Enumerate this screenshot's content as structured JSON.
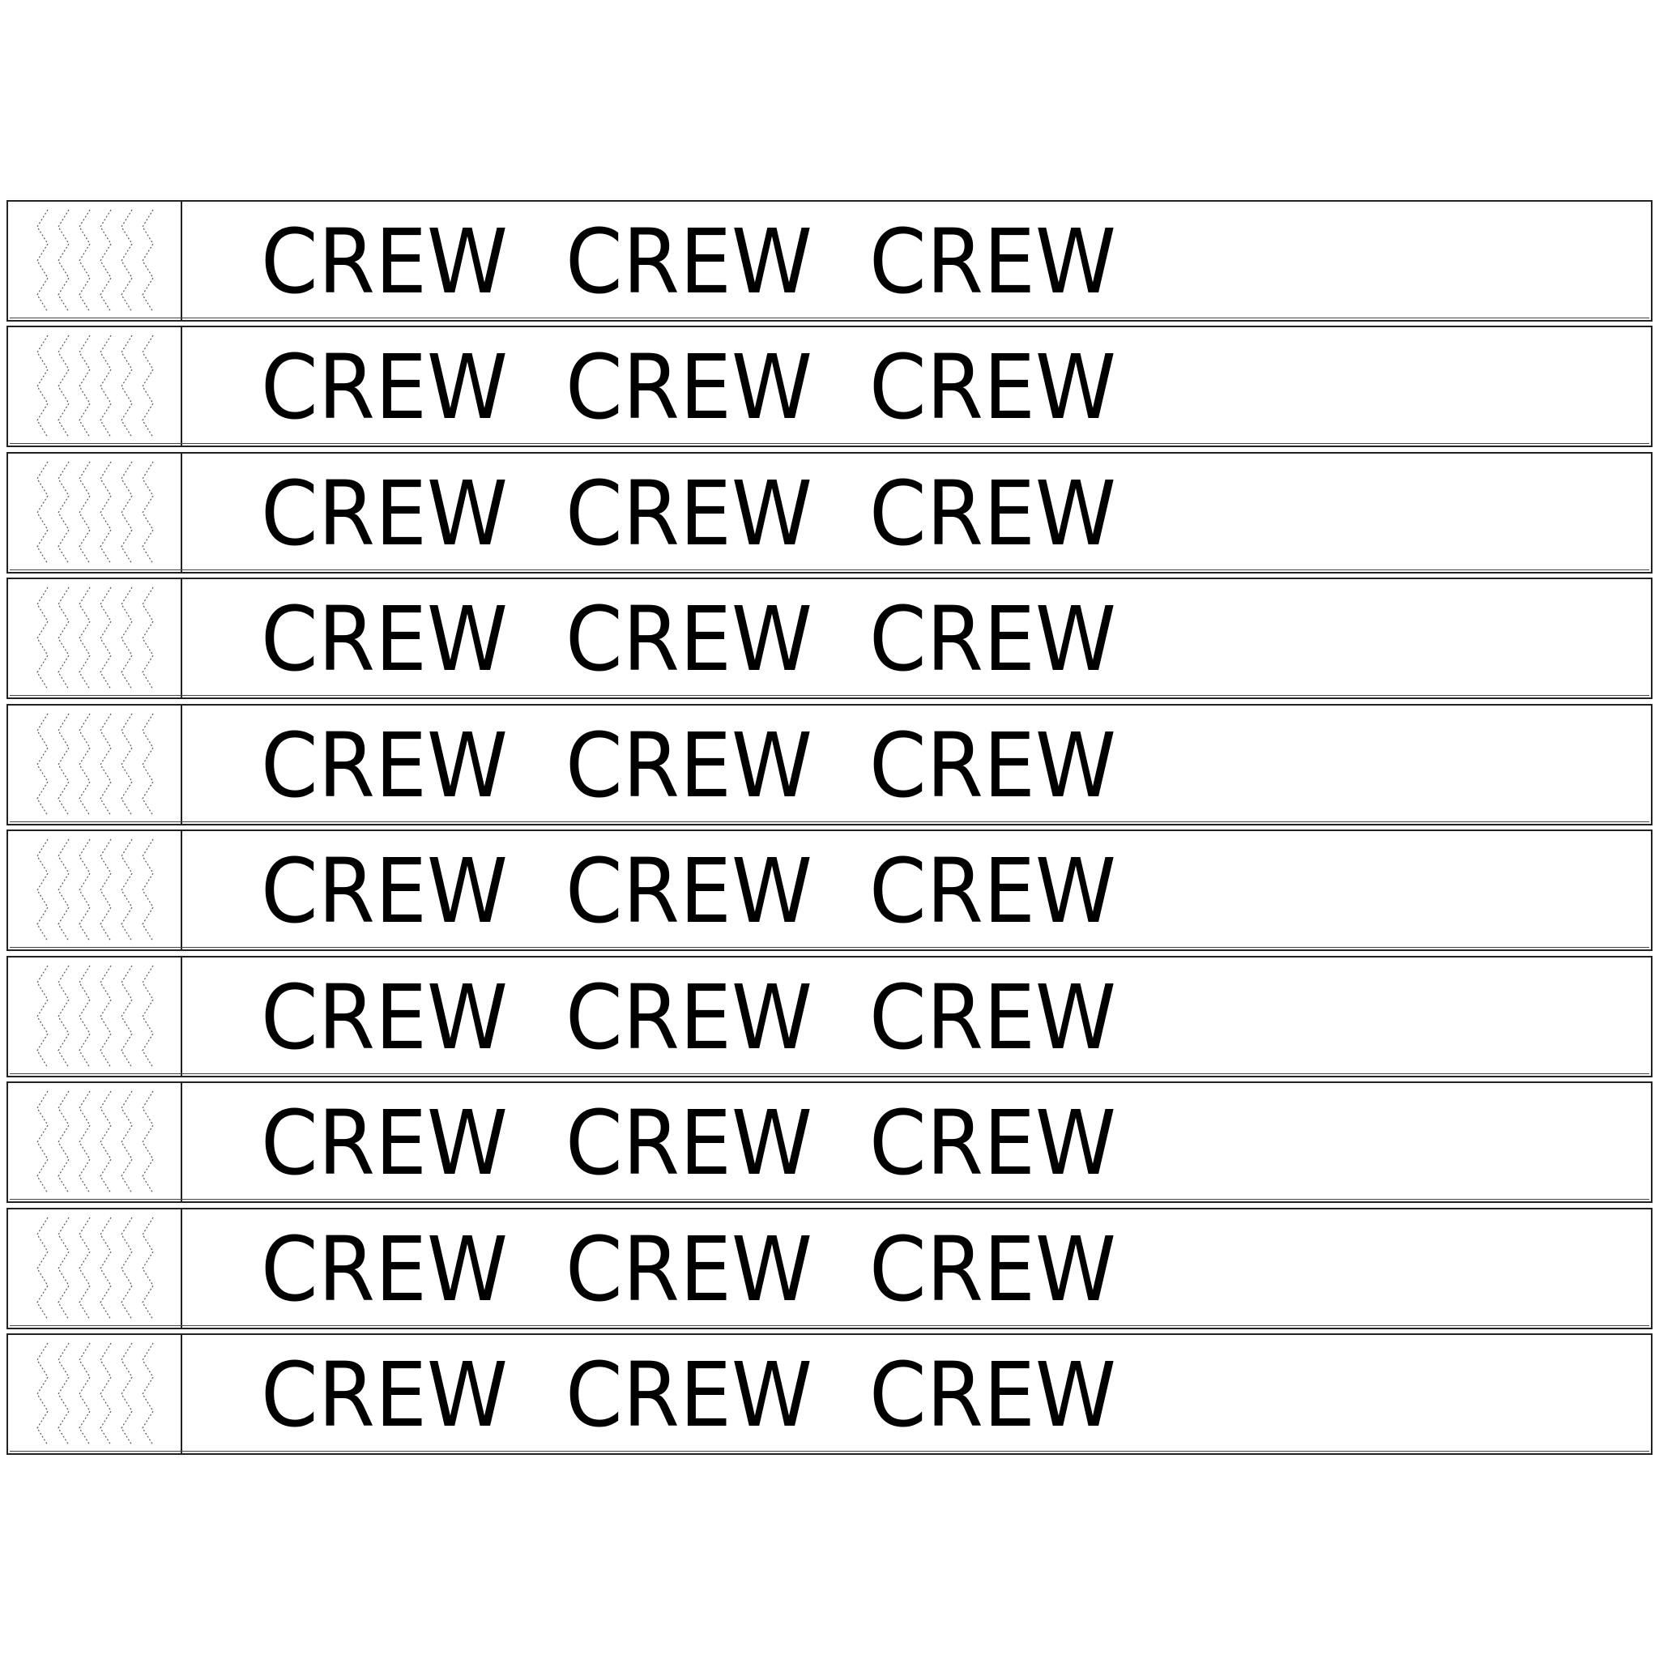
{
  "sheet": {
    "bands": [
      {
        "words": [
          "CREW",
          "CREW",
          "CREW"
        ]
      },
      {
        "words": [
          "CREW",
          "CREW",
          "CREW"
        ]
      },
      {
        "words": [
          "CREW",
          "CREW",
          "CREW"
        ]
      },
      {
        "words": [
          "CREW",
          "CREW",
          "CREW"
        ]
      },
      {
        "words": [
          "CREW",
          "CREW",
          "CREW"
        ]
      },
      {
        "words": [
          "CREW",
          "CREW",
          "CREW"
        ]
      },
      {
        "words": [
          "CREW",
          "CREW",
          "CREW"
        ]
      },
      {
        "words": [
          "CREW",
          "CREW",
          "CREW"
        ]
      },
      {
        "words": [
          "CREW",
          "CREW",
          "CREW"
        ]
      },
      {
        "words": [
          "CREW",
          "CREW",
          "CREW"
        ]
      }
    ]
  },
  "icons": {
    "tab_pattern": "perforated-chevron-slits-icon"
  },
  "colors": {
    "background": "#ffffff",
    "ink": "#000000"
  }
}
